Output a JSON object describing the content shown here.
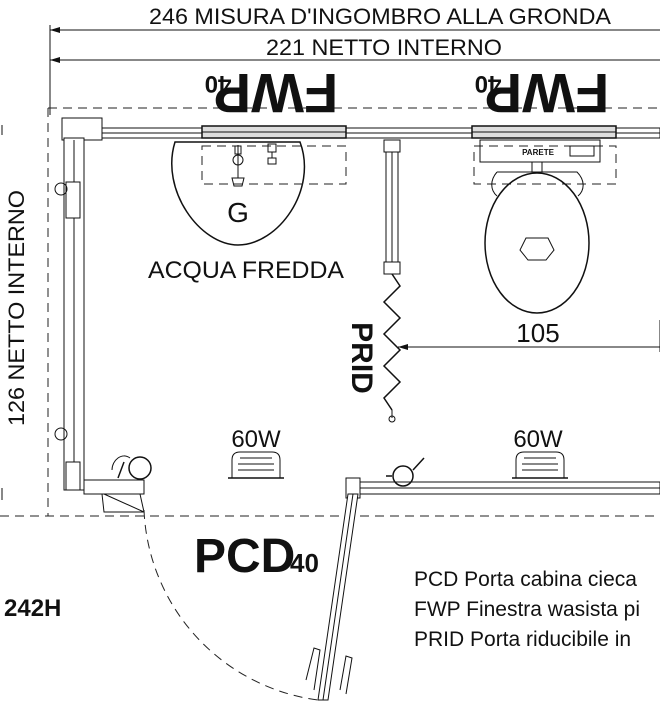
{
  "dimensions": {
    "outer": "246 MISURA D'INGOMBRO ALLA GRONDA",
    "inner": "221 NETTO INTERNO",
    "vertical": "126 NETTO INTERNO",
    "partition": "105"
  },
  "windows": [
    {
      "code": "FWP",
      "size": "40"
    },
    {
      "code": "FWP",
      "size": "40"
    }
  ],
  "fixtures": {
    "sink_letter": "G",
    "cold_water": "ACQUA FREDDA",
    "paper_holder": "PARETE",
    "sliding_door": "PRID",
    "lamp_left": "60W",
    "lamp_right": "60W"
  },
  "door": {
    "code": "PCD",
    "size": "40"
  },
  "height_label": "242H",
  "legend": [
    "PCD Porta cabina cieca",
    "FWP Finestra wasista pi",
    "PRID Porta riducibile in"
  ]
}
